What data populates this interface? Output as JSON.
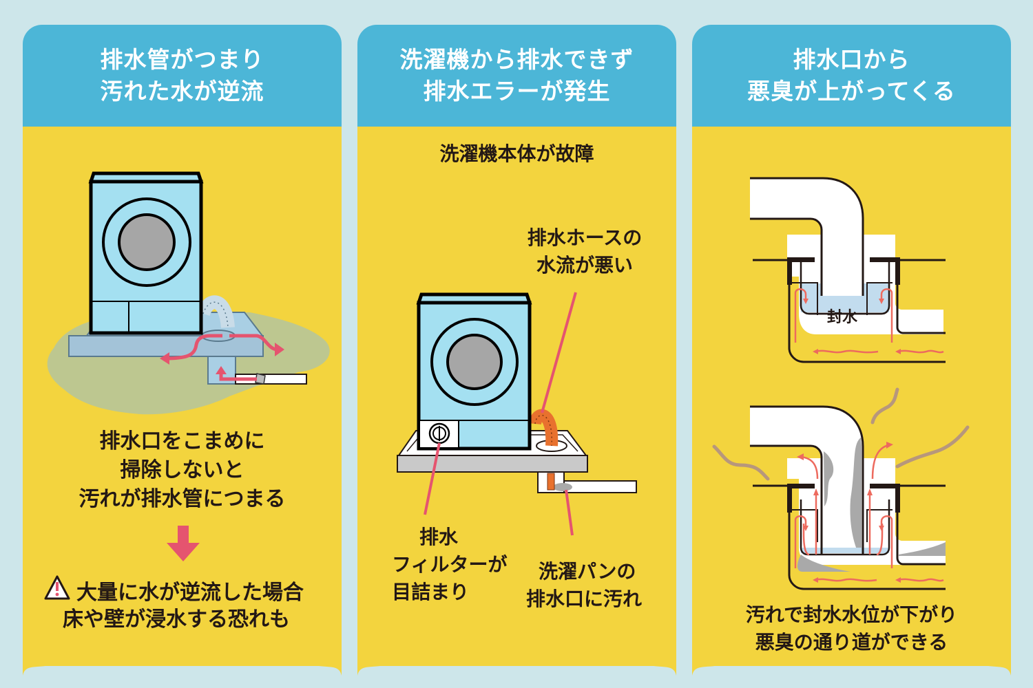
{
  "colors": {
    "background": "#cde6ea",
    "header": "#4cb6d7",
    "panel": "#f3d43e",
    "arrow": "#e5546f",
    "washer": "#a4e0f1",
    "hose_orange": "#e8712e",
    "dirt": "#a9a9a9",
    "odor": "#b7977c",
    "water": "#c2dcee",
    "puddle": "#bdc790"
  },
  "panels": [
    {
      "title_lines": [
        "排水管がつまり",
        "汚れた水が逆流"
      ],
      "cause_lines": [
        "排水口をこまめに",
        "掃除しないと",
        "汚れが排水管につまる"
      ],
      "warning_icon": "warning-triangle-icon",
      "warning_lines": [
        "大量に水が逆流した場合",
        "床や壁が浸水する恐れも"
      ]
    },
    {
      "title_lines": [
        "洗濯機から排水できず",
        "排水エラーが発生"
      ],
      "subtitle": "洗濯機本体が故障",
      "labels": {
        "hose": [
          "排水ホースの",
          "水流が悪い"
        ],
        "filter": [
          "排水",
          "フィルターが",
          "目詰まり"
        ],
        "pan": [
          "洗濯パンの",
          "排水口に汚れ"
        ]
      }
    },
    {
      "title_lines": [
        "排水口から",
        "悪臭が上がってくる"
      ],
      "trap_label": "封水",
      "caption_lines": [
        "汚れで封水水位が下がり",
        "悪臭の通り道ができる"
      ]
    }
  ]
}
